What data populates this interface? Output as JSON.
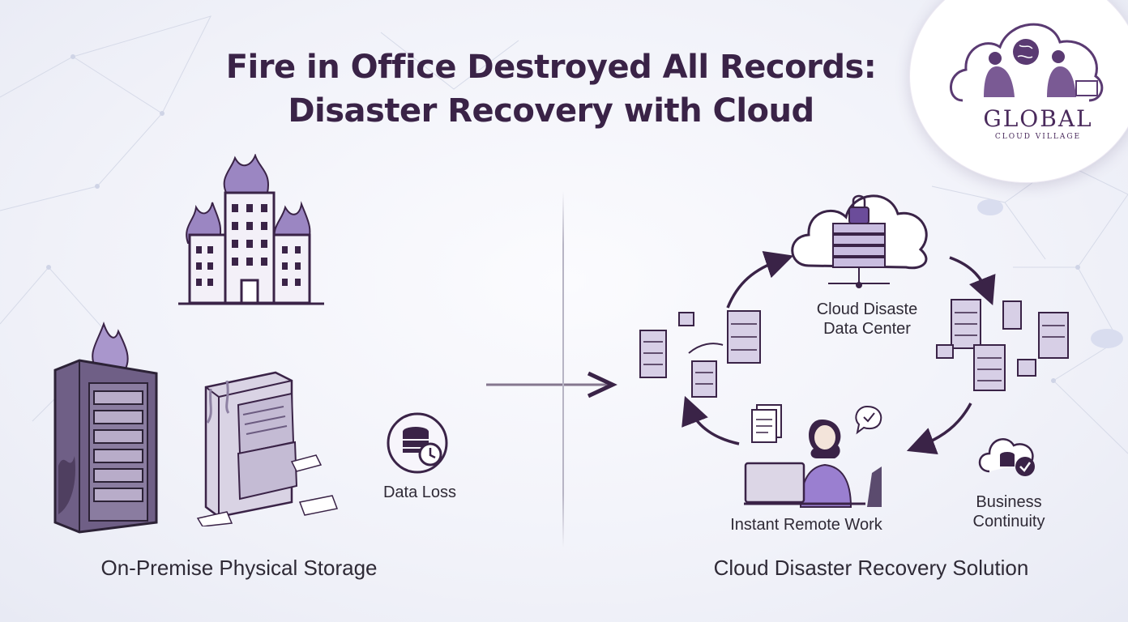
{
  "title_line1": "Fire in Office Destroyed All Records:",
  "title_line2": "Disaster Recovery with Cloud",
  "left_caption": "On-Premise Physical Storage",
  "right_caption": "Cloud Disaster Recovery Solution",
  "data_loss_label": "Data Loss",
  "cloud_dc_line1": "Cloud Disaste",
  "cloud_dc_line2": "Data Center",
  "remote_work_label": "Instant Remote Work",
  "business_line1": "Business",
  "business_line2": "Continuity",
  "logo": {
    "name": "GLOBAL",
    "tagline": "CLOUD VILLAGE"
  },
  "colors": {
    "accent": "#3a2347",
    "purple": "#6b4c9a",
    "light_purple": "#b9a8d6",
    "fire": "#8e7bb8"
  }
}
